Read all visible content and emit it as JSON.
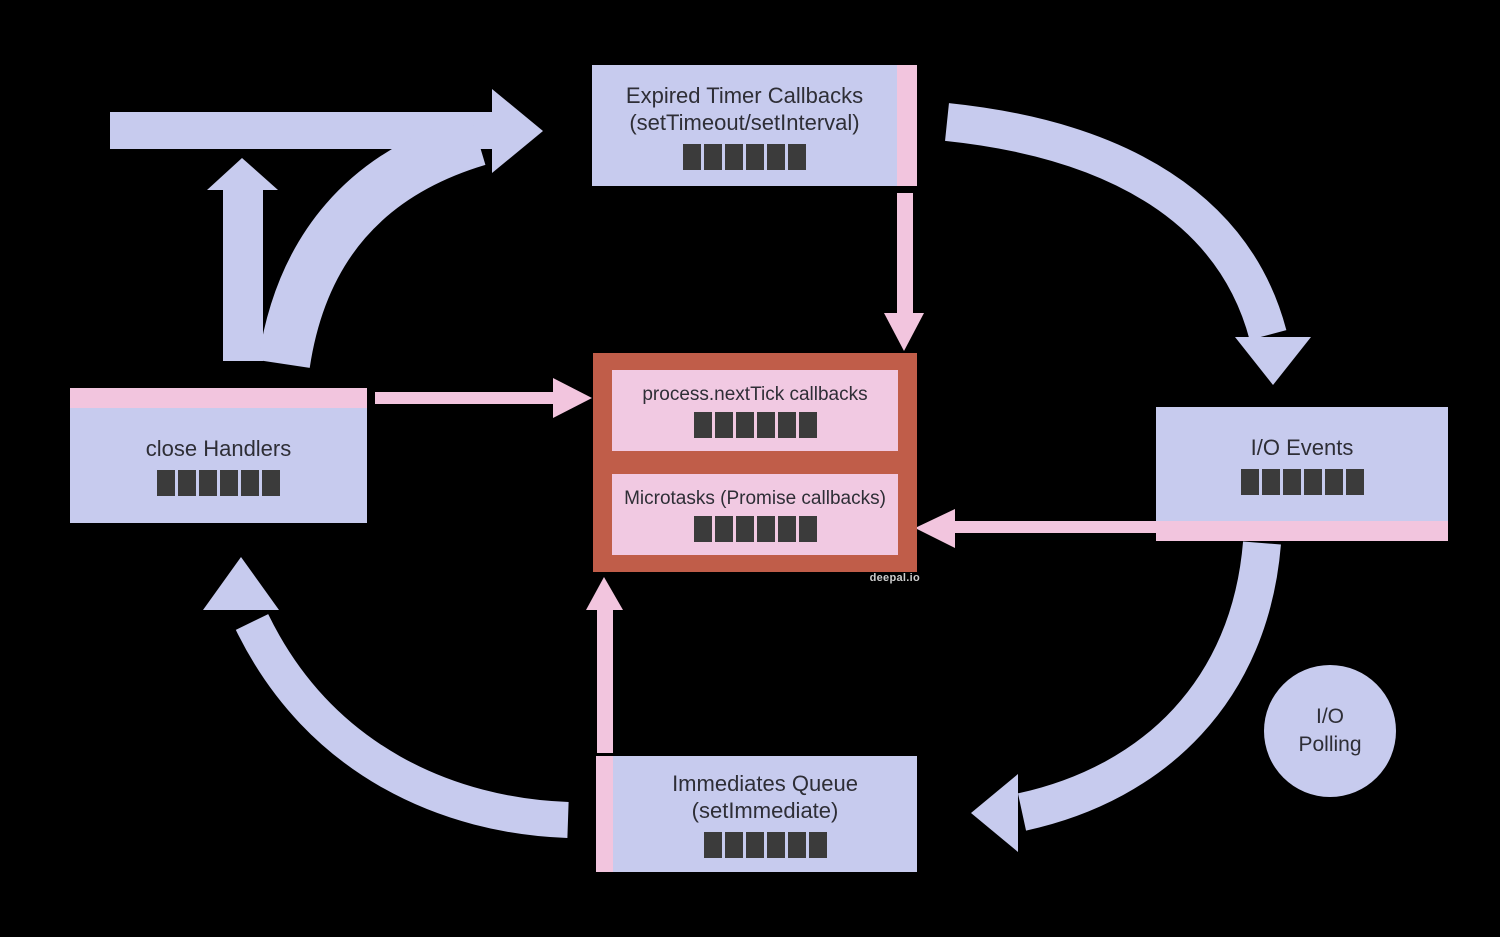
{
  "diagram": {
    "watermark": "deepal.io",
    "colors": {
      "lavender": "#c7cbee",
      "pink": "#f2c5de",
      "pink_inner": "#f1c9e2",
      "terracotta": "#c05d49",
      "slot": "#3b3b3b",
      "text": "#2e2e36",
      "watermark": "#cccccc",
      "background": "#000000"
    },
    "nodes": {
      "expired_timers": {
        "line1": "Expired Timer Callbacks",
        "line2": "(setTimeout/setInterval)",
        "slots": 6
      },
      "process_next_tick": {
        "label": "process.nextTick callbacks",
        "slots": 6
      },
      "microtasks": {
        "label": "Microtasks (Promise callbacks)",
        "slots": 6
      },
      "close_handlers": {
        "label": "close Handlers",
        "slots": 6
      },
      "io_events": {
        "label": "I/O Events",
        "slots": 6
      },
      "immediates": {
        "line1": "Immediates Queue",
        "line2": "(setImmediate)",
        "slots": 6
      },
      "io_polling": {
        "line1": "I/O",
        "line2": "Polling"
      }
    },
    "edges": [
      {
        "from": "loop-entry",
        "to": "expired_timers",
        "style": "lavender-thick"
      },
      {
        "from": "close_handlers",
        "to": "loop-exit-up",
        "style": "lavender-thick"
      },
      {
        "from": "close_handlers",
        "to": "expired_timers",
        "style": "lavender-curve"
      },
      {
        "from": "expired_timers",
        "to": "io_events",
        "style": "lavender-curve"
      },
      {
        "from": "io_events",
        "to": "immediates",
        "style": "lavender-curve"
      },
      {
        "from": "immediates",
        "to": "close_handlers",
        "style": "lavender-curve"
      },
      {
        "from": "expired_timers",
        "to": "process_next_tick",
        "style": "pink"
      },
      {
        "from": "close_handlers",
        "to": "process_next_tick",
        "style": "pink"
      },
      {
        "from": "io_events",
        "to": "microtasks",
        "style": "pink"
      },
      {
        "from": "immediates",
        "to": "microtasks",
        "style": "pink"
      }
    ]
  }
}
